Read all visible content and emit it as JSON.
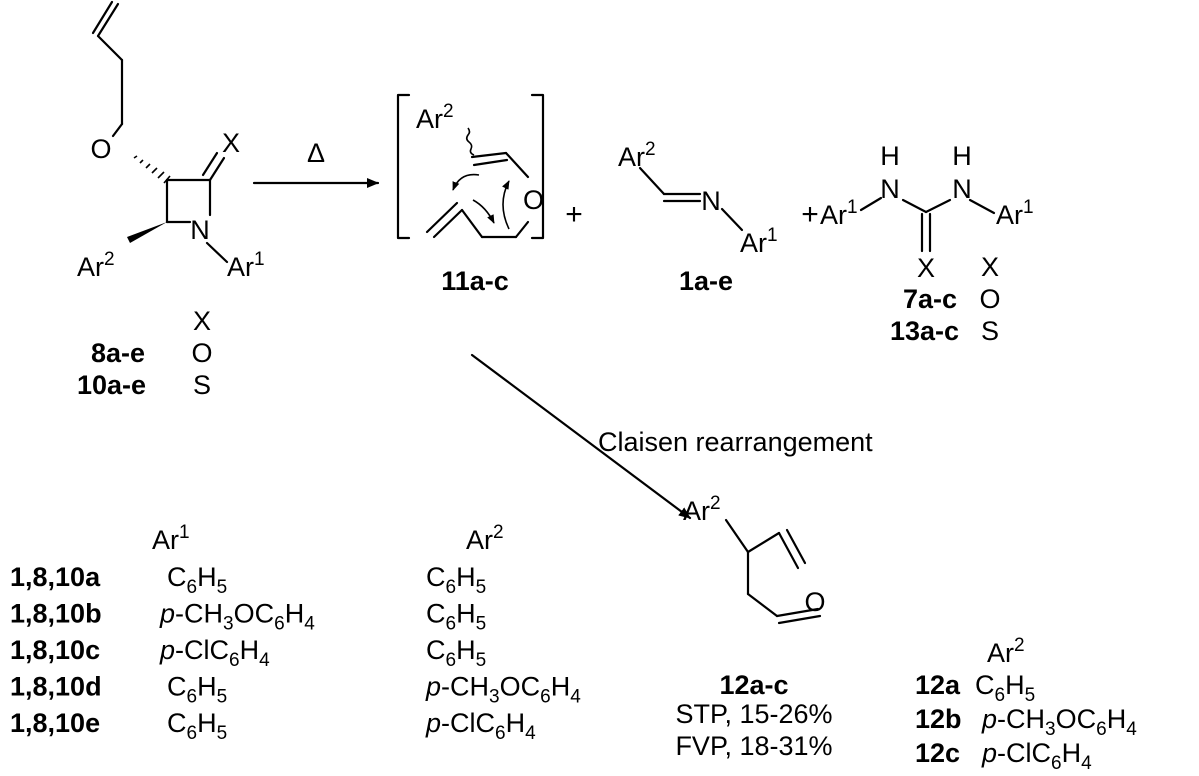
{
  "arrows": {
    "heat": "Δ",
    "rearrangement": "Claisen rearrangement"
  },
  "compounds": {
    "start": {
      "atoms": {
        "o": "O",
        "x": "X",
        "n": "N",
        "ar1": "Ar",
        "ar1_sup": "1",
        "ar2": "Ar",
        "ar2_sup": "2"
      },
      "table_header": "X",
      "rows": [
        {
          "label": "8a-e",
          "x": "O"
        },
        {
          "label": "10a-e",
          "x": "S"
        }
      ]
    },
    "intermediate": {
      "label": "11a-c",
      "atoms": {
        "ar2": "Ar",
        "ar2_sup": "2",
        "o": "O"
      }
    },
    "imine": {
      "label": "1a-e",
      "atoms": {
        "ar2": "Ar",
        "ar2_sup": "2",
        "n": "N",
        "ar1": "Ar",
        "ar1_sup": "1"
      }
    },
    "urea": {
      "atoms": {
        "h": "H",
        "n": "N",
        "x": "X",
        "ar1": "Ar",
        "ar1_sup": "1"
      },
      "table_header": "X",
      "rows": [
        {
          "label": "7a-c",
          "x": "O"
        },
        {
          "label": "13a-c",
          "x": "S"
        }
      ]
    },
    "product": {
      "label": "12a-c",
      "atoms": {
        "ar2": "Ar",
        "ar2_sup": "2",
        "o": "O"
      },
      "yields": [
        "STP, 15-26%",
        "FVP, 18-31%"
      ]
    }
  },
  "plus": "+",
  "substituent_table": {
    "header_ar1": {
      "base": "Ar",
      "sup": "1"
    },
    "header_ar2": {
      "base": "Ar",
      "sup": "2"
    },
    "rows": [
      {
        "label": "1,8,10a",
        "ar1": {
          "pre": "",
          "parts": [
            "C",
            "6",
            "H",
            "5"
          ]
        },
        "ar2": {
          "pre": "",
          "parts": [
            "C",
            "6",
            "H",
            "5"
          ]
        }
      },
      {
        "label": "1,8,10b",
        "ar1": {
          "pre": "p",
          "parts": [
            "-CH",
            "3",
            "OC",
            "6",
            "H",
            "4"
          ]
        },
        "ar2": {
          "pre": "",
          "parts": [
            "C",
            "6",
            "H",
            "5"
          ]
        }
      },
      {
        "label": "1,8,10c",
        "ar1": {
          "pre": "p",
          "parts": [
            "-ClC",
            "6",
            "H",
            "4"
          ]
        },
        "ar2": {
          "pre": "",
          "parts": [
            "C",
            "6",
            "H",
            "5"
          ]
        }
      },
      {
        "label": "1,8,10d",
        "ar1": {
          "pre": "",
          "parts": [
            "C",
            "6",
            "H",
            "5"
          ]
        },
        "ar2": {
          "pre": "p",
          "parts": [
            "-CH",
            "3",
            "OC",
            "6",
            "H",
            "4"
          ]
        }
      },
      {
        "label": "1,8,10e",
        "ar1": {
          "pre": "",
          "parts": [
            "C",
            "6",
            "H",
            "5"
          ]
        },
        "ar2": {
          "pre": "p",
          "parts": [
            "-ClC",
            "6",
            "H",
            "4"
          ]
        }
      }
    ]
  },
  "product_table": {
    "header": {
      "base": "Ar",
      "sup": "2"
    },
    "rows": [
      {
        "label": "12a",
        "ar2": {
          "pre": "",
          "parts": [
            "C",
            "6",
            "H",
            "5"
          ]
        }
      },
      {
        "label": "12b",
        "ar2": {
          "pre": "p",
          "parts": [
            "-CH",
            "3",
            "OC",
            "6",
            "H",
            "4"
          ]
        }
      },
      {
        "label": "12c",
        "ar2": {
          "pre": "p",
          "parts": [
            "-ClC",
            "6",
            "H",
            "4"
          ]
        }
      }
    ]
  }
}
